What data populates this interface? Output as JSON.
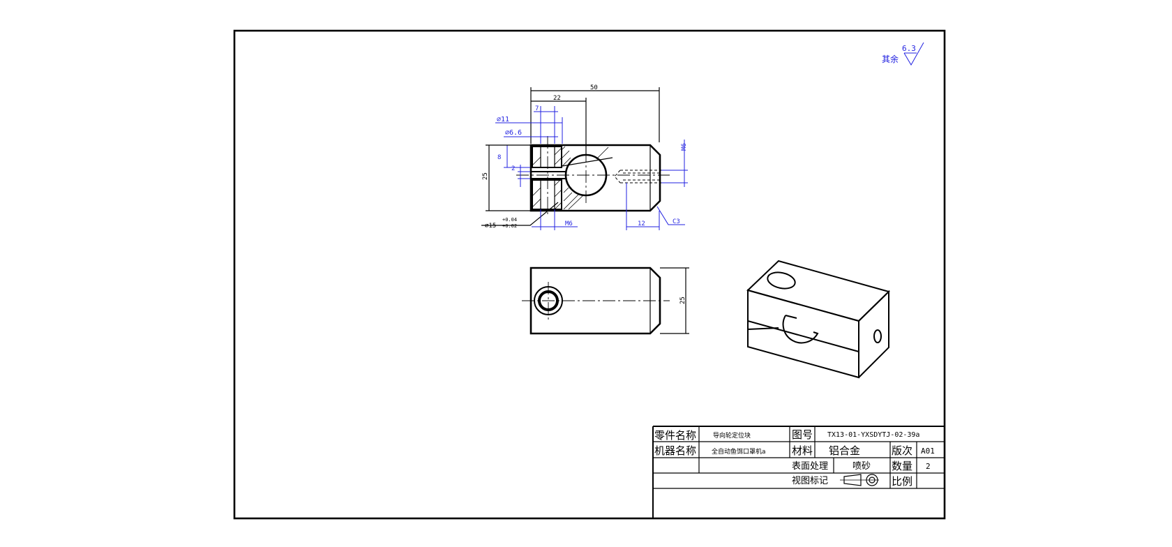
{
  "surface_finish": {
    "label": "其余",
    "value": "6.3"
  },
  "dimensions": {
    "overall_length": "50",
    "slot_offset": "22",
    "hole_spacing": "7",
    "cbore_dia": "⌀11",
    "hole_dia": "⌀6.6",
    "cbore_depth": "8",
    "gap": "2",
    "height": "25",
    "bore_dia": "⌀15",
    "bore_tol_upper": "+0.04",
    "bore_tol_lower": "+0.02",
    "thread_bottom": "M6",
    "thread_depth": "12",
    "chamfer": "C3",
    "thread_side": "M6",
    "front_height": "25"
  },
  "title_block": {
    "part_name_label": "零件名称",
    "part_name_value": "导向轮定位块",
    "drawing_no_label": "图号",
    "drawing_no_value": "TX13-01-YXSDYTJ-02-39a",
    "machine_name_label": "机器名称",
    "machine_name_value": "全自动鱼饵口罩机a",
    "material_label": "材料",
    "material_value": "铝合金",
    "revision_label": "版次",
    "revision_value": "A01",
    "surface_treatment_label": "表面处理",
    "surface_treatment_value": "喷砂",
    "quantity_label": "数量",
    "quantity_value": "2",
    "view_mark_label": "视图标记",
    "scale_label": "比例",
    "scale_value": ""
  }
}
